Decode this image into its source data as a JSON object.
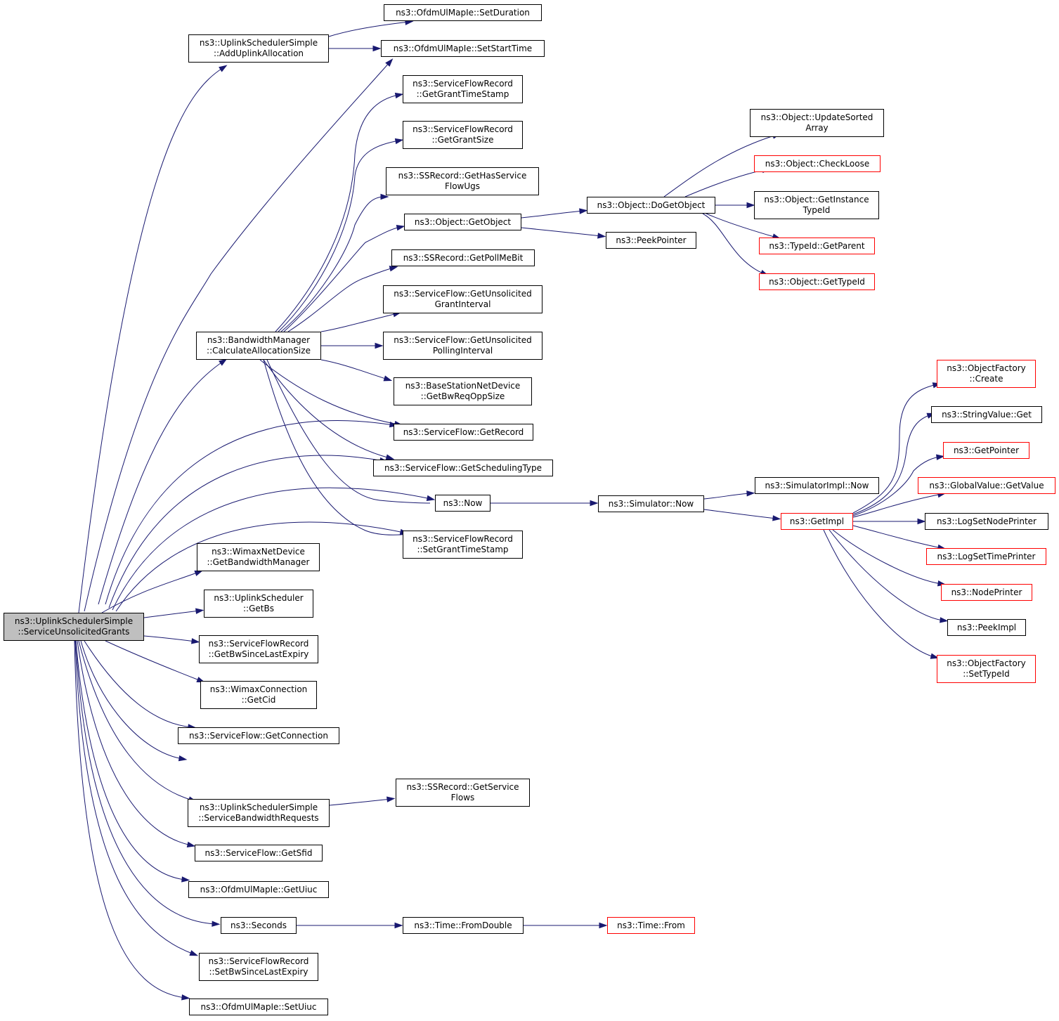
{
  "colors": {
    "edge": "#191970",
    "node_border": "#000000",
    "truncated_node_border": "#ff0000",
    "root_fill": "#bfbfbf"
  },
  "nodes": {
    "root": {
      "label": "ns3::UplinkSchedulerSimple\n::ServiceUnsolicitedGrants",
      "truncated": false
    },
    "add_uplink_allocation": {
      "label": "ns3::UplinkSchedulerSimple\n::AddUplinkAllocation",
      "truncated": false
    },
    "set_duration": {
      "label": "ns3::OfdmUlMapIe::SetDuration",
      "truncated": false
    },
    "set_start_time": {
      "label": "ns3::OfdmUlMapIe::SetStartTime",
      "truncated": false
    },
    "get_grant_time_stamp": {
      "label": "ns3::ServiceFlowRecord\n::GetGrantTimeStamp",
      "truncated": false
    },
    "get_grant_size": {
      "label": "ns3::ServiceFlowRecord\n::GetGrantSize",
      "truncated": false
    },
    "get_has_service_flow_ugs": {
      "label": "ns3::SSRecord::GetHasService\nFlowUgs",
      "truncated": false
    },
    "get_object": {
      "label": "ns3::Object::GetObject",
      "truncated": false
    },
    "get_poll_me_bit": {
      "label": "ns3::SSRecord::GetPollMeBit",
      "truncated": false
    },
    "get_unsolicited_grant_interval": {
      "label": "ns3::ServiceFlow::GetUnsolicited\nGrantInterval",
      "truncated": false
    },
    "calculate_allocation_size": {
      "label": "ns3::BandwidthManager\n::CalculateAllocationSize",
      "truncated": false
    },
    "get_unsolicited_polling_interval": {
      "label": "ns3::ServiceFlow::GetUnsolicited\nPollingInterval",
      "truncated": false
    },
    "get_bw_req_opp_size": {
      "label": "ns3::BaseStationNetDevice\n::GetBwReqOppSize",
      "truncated": false
    },
    "get_record": {
      "label": "ns3::ServiceFlow::GetRecord",
      "truncated": false
    },
    "get_scheduling_type": {
      "label": "ns3::ServiceFlow::GetSchedulingType",
      "truncated": false
    },
    "now": {
      "label": "ns3::Now",
      "truncated": false
    },
    "set_grant_time_stamp": {
      "label": "ns3::ServiceFlowRecord\n::SetGrantTimeStamp",
      "truncated": false
    },
    "get_bandwidth_manager": {
      "label": "ns3::WimaxNetDevice\n::GetBandwidthManager",
      "truncated": false
    },
    "get_bs": {
      "label": "ns3::UplinkScheduler\n::GetBs",
      "truncated": false
    },
    "get_bw_since_last_expiry": {
      "label": "ns3::ServiceFlowRecord\n::GetBwSinceLastExpiry",
      "truncated": false
    },
    "get_cid": {
      "label": "ns3::WimaxConnection\n::GetCid",
      "truncated": false
    },
    "get_connection": {
      "label": "ns3::ServiceFlow::GetConnection",
      "truncated": false
    },
    "get_service_flows": {
      "label": "ns3::SSRecord::GetService\nFlows",
      "truncated": false
    },
    "service_bandwidth_requests": {
      "label": "ns3::UplinkSchedulerSimple\n::ServiceBandwidthRequests",
      "truncated": false
    },
    "get_sfid": {
      "label": "ns3::ServiceFlow::GetSfid",
      "truncated": false
    },
    "get_uiuc": {
      "label": "ns3::OfdmUlMapIe::GetUiuc",
      "truncated": false
    },
    "seconds": {
      "label": "ns3::Seconds",
      "truncated": false
    },
    "set_bw_since_last_expiry": {
      "label": "ns3::ServiceFlowRecord\n::SetBwSinceLastExpiry",
      "truncated": false
    },
    "set_uiuc": {
      "label": "ns3::OfdmUlMapIe::SetUiuc",
      "truncated": false
    },
    "do_get_object": {
      "label": "ns3::Object::DoGetObject",
      "truncated": false
    },
    "peek_pointer": {
      "label": "ns3::PeekPointer",
      "truncated": false
    },
    "update_sorted_array": {
      "label": "ns3::Object::UpdateSorted\nArray",
      "truncated": false
    },
    "check_loose": {
      "label": "ns3::Object::CheckLoose",
      "truncated": true
    },
    "get_instance_type_id": {
      "label": "ns3::Object::GetInstance\nTypeId",
      "truncated": false
    },
    "get_parent": {
      "label": "ns3::TypeId::GetParent",
      "truncated": true
    },
    "get_type_id": {
      "label": "ns3::Object::GetTypeId",
      "truncated": true
    },
    "simulator_now": {
      "label": "ns3::Simulator::Now",
      "truncated": false
    },
    "simulator_impl_now": {
      "label": "ns3::SimulatorImpl::Now",
      "truncated": false
    },
    "get_impl": {
      "label": "ns3::GetImpl",
      "truncated": true
    },
    "object_factory_create": {
      "label": "ns3::ObjectFactory\n::Create",
      "truncated": true
    },
    "string_value_get": {
      "label": "ns3::StringValue::Get",
      "truncated": false
    },
    "get_pointer": {
      "label": "ns3::GetPointer",
      "truncated": true
    },
    "global_value_get_value": {
      "label": "ns3::GlobalValue::GetValue",
      "truncated": true
    },
    "log_set_node_printer": {
      "label": "ns3::LogSetNodePrinter",
      "truncated": false
    },
    "log_set_time_printer": {
      "label": "ns3::LogSetTimePrinter",
      "truncated": true
    },
    "node_printer": {
      "label": "ns3::NodePrinter",
      "truncated": true
    },
    "peek_impl": {
      "label": "ns3::PeekImpl",
      "truncated": false
    },
    "object_factory_set_type_id": {
      "label": "ns3::ObjectFactory\n::SetTypeId",
      "truncated": true
    },
    "time_from_double": {
      "label": "ns3::Time::FromDouble",
      "truncated": false
    },
    "time_from": {
      "label": "ns3::Time::From",
      "truncated": true
    }
  },
  "edges": [
    [
      "root",
      "add_uplink_allocation"
    ],
    [
      "root",
      "set_start_time"
    ],
    [
      "root",
      "calculate_allocation_size"
    ],
    [
      "root",
      "get_record"
    ],
    [
      "root",
      "get_scheduling_type"
    ],
    [
      "root",
      "now"
    ],
    [
      "root",
      "set_grant_time_stamp"
    ],
    [
      "root",
      "get_bandwidth_manager"
    ],
    [
      "root",
      "get_bs"
    ],
    [
      "root",
      "get_bw_since_last_expiry"
    ],
    [
      "root",
      "get_cid"
    ],
    [
      "root",
      "get_connection"
    ],
    [
      "root",
      "get_service_flows"
    ],
    [
      "root",
      "service_bandwidth_requests"
    ],
    [
      "root",
      "get_sfid"
    ],
    [
      "root",
      "get_uiuc"
    ],
    [
      "root",
      "seconds"
    ],
    [
      "root",
      "set_bw_since_last_expiry"
    ],
    [
      "root",
      "set_uiuc"
    ],
    [
      "add_uplink_allocation",
      "set_duration"
    ],
    [
      "add_uplink_allocation",
      "set_start_time"
    ],
    [
      "calculate_allocation_size",
      "get_grant_time_stamp"
    ],
    [
      "calculate_allocation_size",
      "get_grant_size"
    ],
    [
      "calculate_allocation_size",
      "get_has_service_flow_ugs"
    ],
    [
      "calculate_allocation_size",
      "get_object"
    ],
    [
      "calculate_allocation_size",
      "get_poll_me_bit"
    ],
    [
      "calculate_allocation_size",
      "get_unsolicited_grant_interval"
    ],
    [
      "calculate_allocation_size",
      "get_unsolicited_polling_interval"
    ],
    [
      "calculate_allocation_size",
      "get_bw_req_opp_size"
    ],
    [
      "calculate_allocation_size",
      "get_record"
    ],
    [
      "calculate_allocation_size",
      "get_scheduling_type"
    ],
    [
      "calculate_allocation_size",
      "now"
    ],
    [
      "calculate_allocation_size",
      "set_grant_time_stamp"
    ],
    [
      "service_bandwidth_requests",
      "get_service_flows"
    ],
    [
      "get_object",
      "do_get_object"
    ],
    [
      "get_object",
      "peek_pointer"
    ],
    [
      "do_get_object",
      "update_sorted_array"
    ],
    [
      "do_get_object",
      "check_loose"
    ],
    [
      "do_get_object",
      "get_instance_type_id"
    ],
    [
      "do_get_object",
      "get_parent"
    ],
    [
      "do_get_object",
      "get_type_id"
    ],
    [
      "now",
      "simulator_now"
    ],
    [
      "simulator_now",
      "simulator_impl_now"
    ],
    [
      "simulator_now",
      "get_impl"
    ],
    [
      "get_impl",
      "object_factory_create"
    ],
    [
      "get_impl",
      "string_value_get"
    ],
    [
      "get_impl",
      "get_pointer"
    ],
    [
      "get_impl",
      "global_value_get_value"
    ],
    [
      "get_impl",
      "log_set_node_printer"
    ],
    [
      "get_impl",
      "log_set_time_printer"
    ],
    [
      "get_impl",
      "node_printer"
    ],
    [
      "get_impl",
      "peek_impl"
    ],
    [
      "get_impl",
      "object_factory_set_type_id"
    ],
    [
      "seconds",
      "time_from_double"
    ],
    [
      "time_from_double",
      "time_from"
    ]
  ]
}
